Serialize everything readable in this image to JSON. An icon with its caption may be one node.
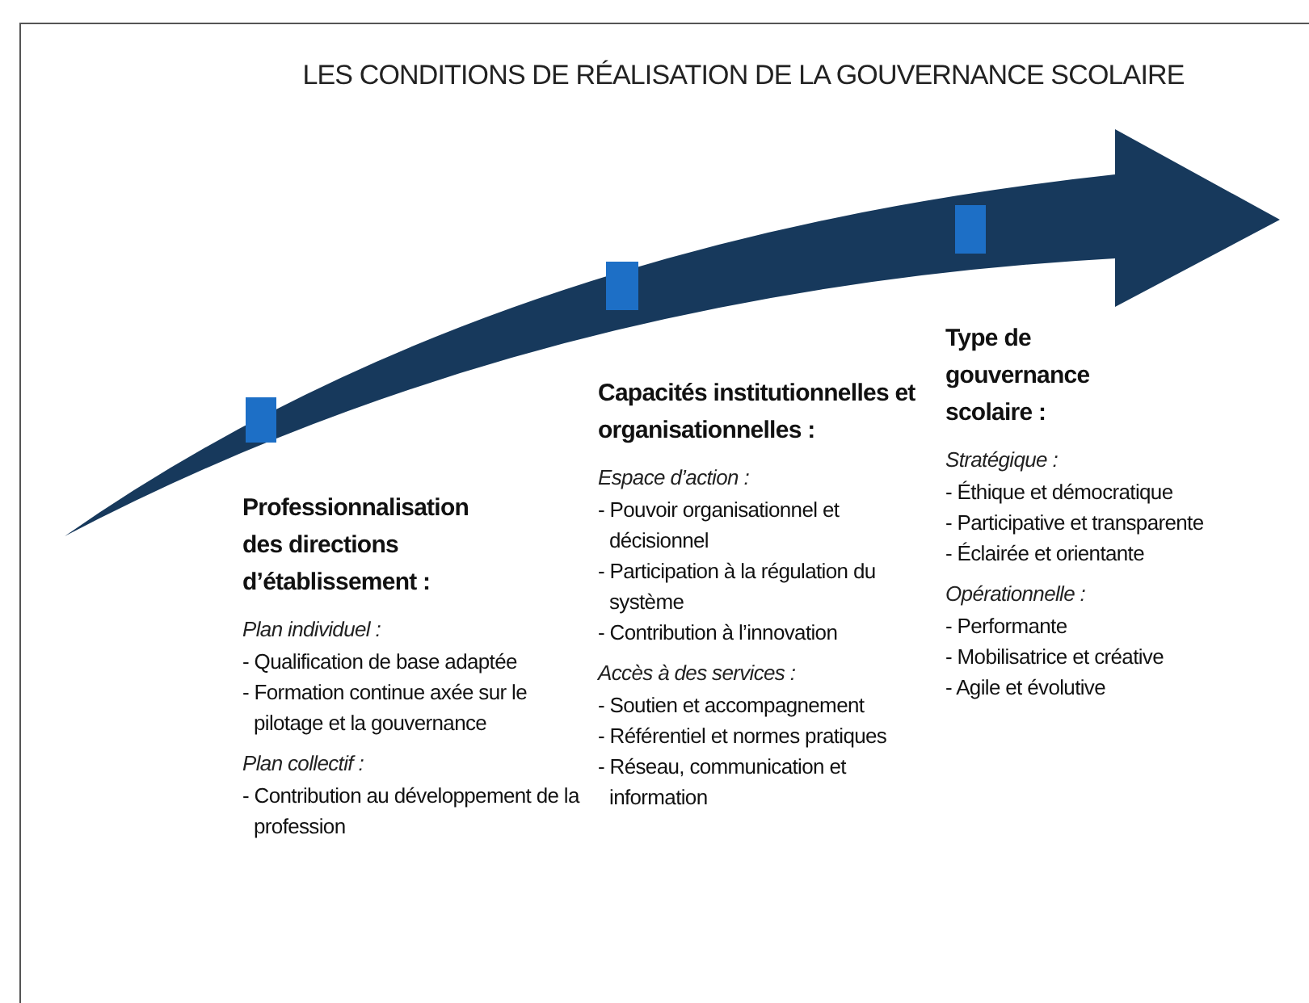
{
  "diagram": {
    "title": "LES CONDITIONS DE RÉALISATION DE LA GOUVERNANCE SCOLAIRE",
    "nodes": [
      {
        "text": [
          "Professionnalisation des directions d’établissement :",
          "Plan individuel :",
          "- Qualification de base adaptée",
          "- Formation continue axée sur le pilotage et la gouvernance",
          "Plan collectif :",
          "- Contribution au développement de la profession"
        ]
      },
      {
        "text": [
          "Capacités institutionnelles et organisationnelles :",
          "Espace d’action :",
          "- Pouvoir organisationnel et décisionnel",
          "- Participation à la régulation du système",
          "- Contribution à l’innovation",
          "Accès à des services :",
          "- Soutien et accompagnement",
          "- Référentiel et normes pratiques",
          "- Réseau, communication et information"
        ]
      },
      {
        "text": [
          "Type de gouvernance scolaire :",
          "Stratégique :",
          "- Éthique et démocratique",
          "- Participative et transparente",
          "- Éclairée et orientante",
          "Opérationnelle :",
          "- Performante",
          "- Mobilisatrice et créative",
          "- Agile et évolutive"
        ]
      }
    ]
  }
}
